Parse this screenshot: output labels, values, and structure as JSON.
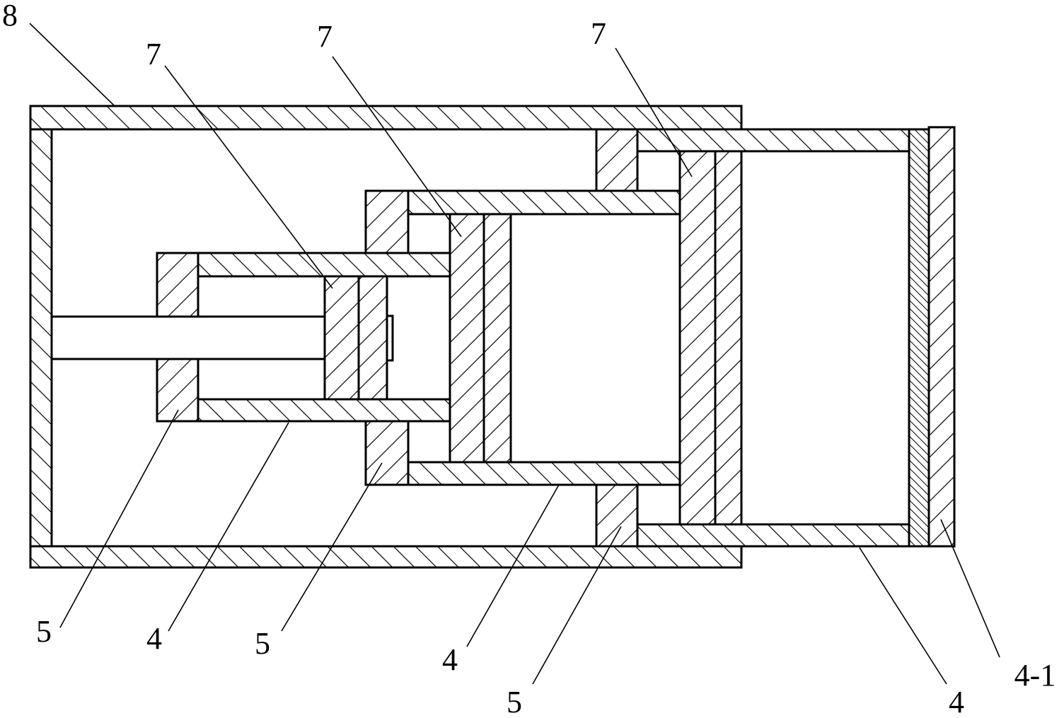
{
  "colors": {
    "line": "#000000",
    "background": "#ffffff"
  },
  "labels": {
    "housing": "8",
    "piston_a": "7",
    "piston_b": "7",
    "piston_c": "7",
    "seal_a": "5",
    "tube_a": "4",
    "seal_b": "5",
    "tube_b": "4",
    "seal_c": "5",
    "tube_c": "4",
    "end_plate": "4-1"
  }
}
